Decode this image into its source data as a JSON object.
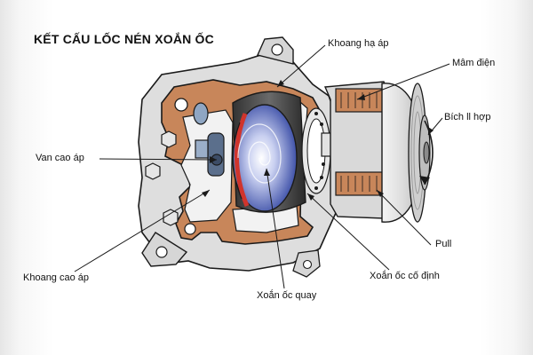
{
  "title": "KẾT CẤU LỐC NÉN XOẮN ỐC",
  "labels": {
    "low_pressure_chamber": "Khoang hạ áp",
    "clutch_plate": "Mâm điện",
    "clutch_housing": "Bích ll hợp",
    "high_pressure_valve": "Van cao áp",
    "pulley": "Pull",
    "high_pressure_chamber": "Khoang cao áp",
    "orbiting_scroll": "Xoắn ốc quay",
    "fixed_scroll": "Xoắn ốc cố định"
  },
  "colors": {
    "housing_cutaway": "#c8865a",
    "outline": "#1a1a1a",
    "metal_gray": "#d9d9d9",
    "scroll_blue": "#2b3f9e",
    "scroll_red": "#d0342c"
  }
}
